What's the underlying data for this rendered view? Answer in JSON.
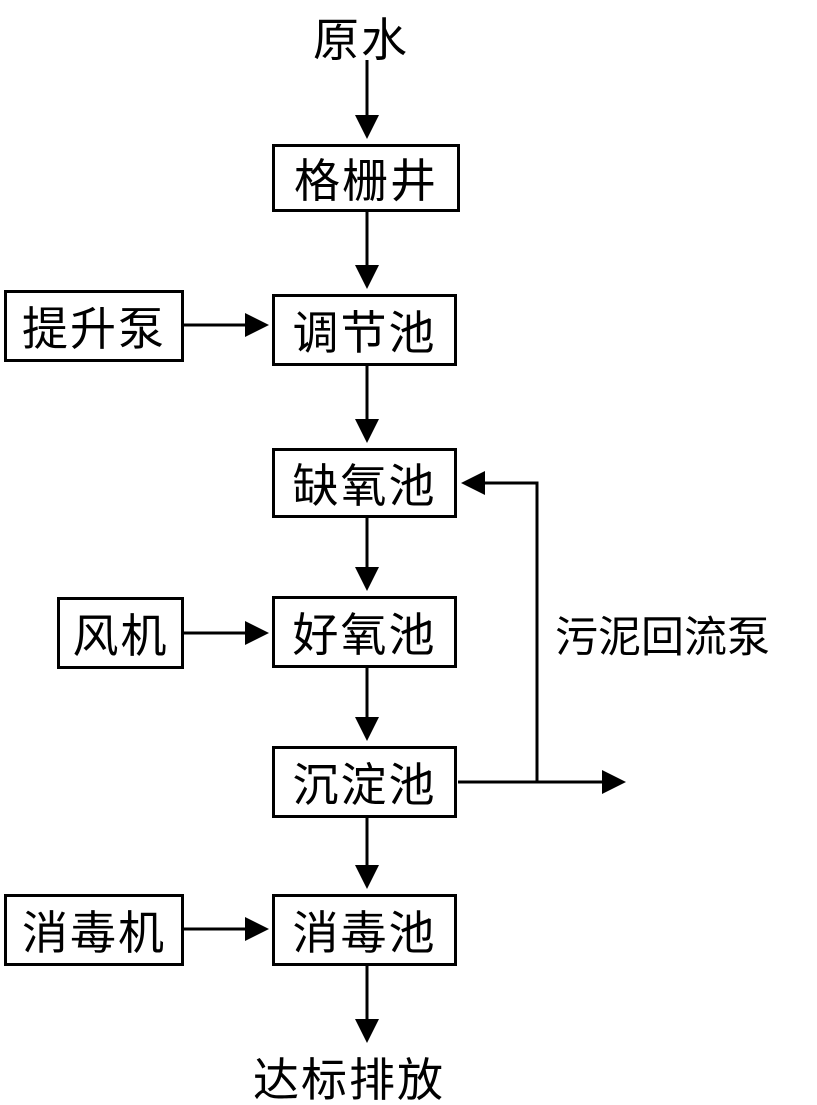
{
  "diagram": {
    "input_label": "原水",
    "output_label": "达标排放",
    "main_flow": [
      "格栅井",
      "调节池",
      "缺氧池",
      "好氧池",
      "沉淀池",
      "消毒池"
    ],
    "side_inputs": [
      {
        "label": "提升泵",
        "feeds": "调节池"
      },
      {
        "label": "风机",
        "feeds": "好氧池"
      },
      {
        "label": "消毒机",
        "feeds": "消毒池"
      }
    ],
    "recycle": {
      "label": "污泥回流泵",
      "from": "沉淀池",
      "to": "缺氧池"
    }
  }
}
